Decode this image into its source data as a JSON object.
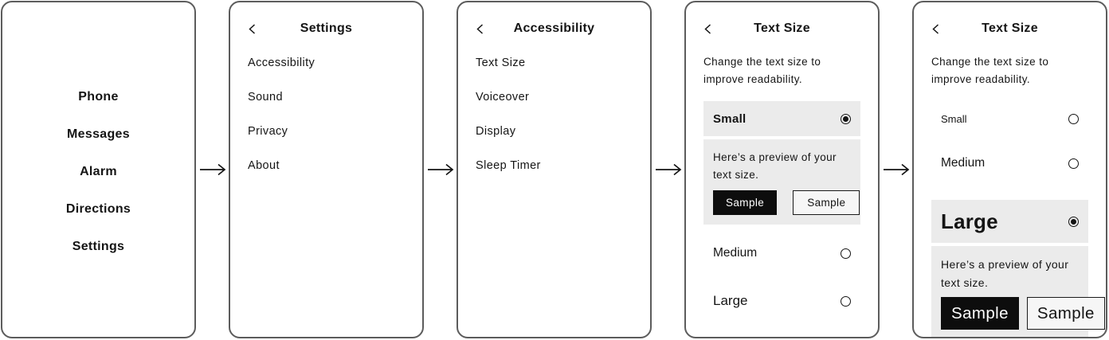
{
  "colors": {
    "ink": "#151515",
    "panel_border": "#5c5c5c",
    "highlight_bg": "#ebebeb",
    "primary_button_bg": "#0d0d0d",
    "primary_button_text": "#ffffff"
  },
  "icons": {
    "back": "chevron-left",
    "flow": "arrow-right",
    "radio_selected": "radio-filled",
    "radio_unselected": "radio-empty"
  },
  "screens": {
    "home": {
      "menu": [
        "Phone",
        "Messages",
        "Alarm",
        "Directions",
        "Settings"
      ]
    },
    "settings": {
      "title": "Settings",
      "menu": [
        "Accessibility",
        "Sound",
        "Privacy",
        "About"
      ]
    },
    "accessibility": {
      "title": "Accessibility",
      "menu": [
        "Text Size",
        "Voiceover",
        "Display",
        "Sleep Timer"
      ]
    },
    "text_size_small": {
      "title": "Text Size",
      "description": "Change the text size to improve readability.",
      "options": [
        {
          "label": "Small",
          "state": "selected"
        },
        {
          "label": "Medium",
          "state": "unselected"
        },
        {
          "label": "Large",
          "state": "unselected"
        }
      ],
      "preview": {
        "caption": "Here’s a preview of your text size.",
        "primary_button_label": "Sample",
        "secondary_button_label": "Sample"
      }
    },
    "text_size_large": {
      "title": "Text Size",
      "description": "Change the text size to improve readability.",
      "options": [
        {
          "label": "Small",
          "state": "unselected"
        },
        {
          "label": "Medium",
          "state": "unselected"
        },
        {
          "label": "Large",
          "state": "selected"
        }
      ],
      "preview": {
        "caption": "Here’s a preview of your text size.",
        "primary_button_label": "Sample",
        "secondary_button_label": "Sample"
      }
    }
  }
}
